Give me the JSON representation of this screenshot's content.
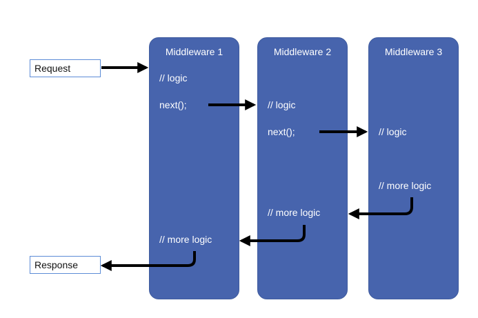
{
  "request_label": "Request",
  "response_label": "Response",
  "middlewares": [
    {
      "title": "Middleware 1",
      "logic": "// logic",
      "next": "next();",
      "more_logic": "// more logic"
    },
    {
      "title": "Middleware 2",
      "logic": "// logic",
      "next": "next();",
      "more_logic": "// more logic"
    },
    {
      "title": "Middleware 3",
      "logic": "// logic",
      "more_logic": "// more logic"
    }
  ],
  "colors": {
    "middleware_fill": "#4764ad",
    "box_border": "#5b8bd6",
    "arrow": "#000000"
  }
}
